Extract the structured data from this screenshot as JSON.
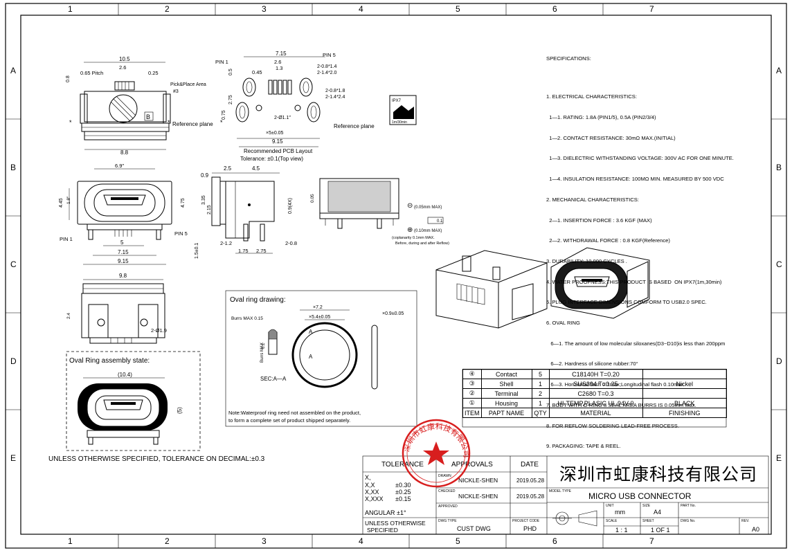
{
  "border": {
    "top_numbers": [
      "1",
      "2",
      "3",
      "4",
      "5",
      "6",
      "7"
    ],
    "bottom_numbers": [
      "1",
      "2",
      "3",
      "4",
      "5",
      "6",
      "7"
    ],
    "side_letters": [
      "A",
      "B",
      "C",
      "D",
      "E"
    ]
  },
  "specifications": {
    "title": "SPECIFICATIONS:",
    "lines": [
      "1. ELECTRICAL CHARACTERISTICS:",
      "  1—1. RATING: 1.8A (PIN1/5), 0.5A (PIN2/3/4)",
      "  1—2. CONTACT RESISTANCE: 30mΩ MAX.(INITIAL)",
      "  1—3. DIELECTRIC WITHSTANDING VOLTAGE: 300V AC FOR ONE MINUTE.",
      "  1—4. INSULATION RESISTANCE: 100MΩ MIN. MEASURED BY 500 VDC",
      "2. MECHANICAL CHARACTERISTICS:",
      "  2—1. INSERTION FORCE : 3.6 KGF (MAX)",
      "  2—2. WITHDRAWAL FORCE : 0.8 KGF(Reference)",
      "3. DURABILITY: 10,000 CYCLES .",
      "4. WATER PROOFNESS:THIS PRODUCT IS BASED  ON IPX7(1m,30min)",
      "5. PLUG INTERFACE DIMENSIONS COMFORM TO USB2.0 SPEC.",
      "6. OVAL RING",
      "   6—1. The amount of low molecular siloxanes(D3~D10)is less than 200ppm",
      "   6—2. Hardness of silicone rubber:70°",
      "   6—3. Horizontal flash 0.1max;Longitudinal flash 0.10max",
      "7. BODY WITH O-RING'S SEAL AREA BURRS IS 0.05mm Max.",
      "8. FOR REFLOW SOLDERING LEAD-FREE PROCESS.",
      "9. PACKAGING: TAPE & REEL."
    ]
  },
  "bom": {
    "headers": [
      "ITEM",
      "PAPT NAME",
      "QTY",
      "MATERIAL",
      "FINISHING"
    ],
    "rows": [
      {
        "item": "④",
        "name": "Contact",
        "qty": "5",
        "material": "C18140H  T=0.20",
        "finishing": ""
      },
      {
        "item": "③",
        "name": "Shell",
        "qty": "1",
        "material": "SUS304  T=0.25",
        "finishing": "Nickel"
      },
      {
        "item": "②",
        "name": "Terminal",
        "qty": "2",
        "material": "C2680  T=0.3",
        "finishing": ""
      },
      {
        "item": "①",
        "name": "Housing",
        "qty": "1",
        "material": "HI-TEMP,PLASIC UL 94V-0",
        "finishing": "BLACK"
      }
    ]
  },
  "title_block": {
    "tolerance_header": "TOLERANCE",
    "approvals_header": "APPROVALS",
    "date_header": "DATE",
    "tol_rows": [
      {
        "k": "X,",
        "v": ""
      },
      {
        "k": "X,X",
        "v": "±0.30"
      },
      {
        "k": "X,XX",
        "v": "±0.25"
      },
      {
        "k": "X,XXX",
        "v": "±0.15"
      }
    ],
    "angular": "ANGULAR ±1°",
    "drawn_label": "DRAWN",
    "drawn_by": "NICKLE-SHEN",
    "drawn_date": "2019.05.28",
    "checked_label": "CHECKED",
    "checked_by": "NICKLE-SHEN",
    "checked_date": "2019.05.28",
    "approved_label": "APPROVED",
    "unless_1": "UNLESS OTHERWISE",
    "unless_2": "SPECIFIED",
    "dwg_type_label": "DWG TYPE",
    "dwg_type": "CUST DWG",
    "project_code_label": "PROJECT CODE",
    "project_code": "PHD",
    "company": "深圳市虹康科技有限公司",
    "model_type_label": "MODEL TYPE",
    "model_type": "MICRO USB CONNECTOR",
    "unit_label": "UNIT",
    "unit": "mm",
    "size_label": "SIZE",
    "size": "A4",
    "part_no_label": "PART No.",
    "scale_label": "SCALE",
    "scale": "1 : 1",
    "sheet_label": "SHEET",
    "sheet": "1 OF 1",
    "dwg_no_label": "DWG No.",
    "rev_label": "REV.",
    "rev": "A0"
  },
  "notes": {
    "tolerance_decimal": "UNLESS OTHERWISE SPECIFIED, TOLERANCE ON DECIMAL:±0.3",
    "oval_ring_drawing": "Oval ring drawing:",
    "oval_ring_assembly": "Oval Ring assembly state:",
    "waterproof_1": "Note:Waterproof ring need not assembled on the product,",
    "waterproof_2": "to form a complete set of product shipped separately.",
    "pcb_layout": "Recommended PCB Layout",
    "pcb_tolerance": "Tolerance: ±0.1(Top view)",
    "pick_place": "Pick&Place Area",
    "reference_plane": "Reference plane",
    "coplanarity": "(coplanarity 0.1mm MAX.",
    "coplanarity_2": "Before, during and after Reflow)",
    "sec_aa": "SEC:A—A",
    "burrs": "Burrs MAX 0.15"
  },
  "dimensions": {
    "top_view": [
      "10.5",
      "0.65 Pitch",
      "2.6",
      "0.25",
      "0.8",
      "8.8",
      "#3"
    ],
    "pcb": [
      "7.15",
      "2.6",
      "1.3",
      "0.45",
      "2.75",
      "0.75",
      "2-Ø1.1″",
      "×5±0.05",
      "9.15",
      "2-0.8*1.4",
      "2-1.4*2.0",
      "2-0.8*1.8",
      "2-1.4*2.4",
      "0.5",
      "PIN 1",
      "PIN 5"
    ],
    "front_view": [
      "6.9″",
      "4.45",
      "1.8″",
      "4.75",
      "5",
      "7.15",
      "9.15",
      "PIN 1",
      "PIN 5"
    ],
    "side_view": [
      "0.9",
      "2.5",
      "4.5",
      "3.35",
      "2.15",
      "1.5±0.1",
      "0.9(4X)",
      "2-1.2",
      "2-0.8",
      "1.75",
      "2.75"
    ],
    "bottom_view": [
      "9.8",
      "2-Ø1.9",
      "2.4"
    ],
    "assembly": [
      "(10.4)",
      "(5)"
    ],
    "oval": [
      "×7.2",
      "×5.4±0.05",
      "×0.9±0.05",
      "0.15",
      "0.1"
    ],
    "flatness": [
      "(0.05mm MAX)",
      "(0.10mm MAX)",
      "0.1"
    ]
  },
  "stamp": {
    "text": "深圳市虹康科技有限公司",
    "color": "#d81e1e"
  },
  "icon_label": "1m/30min",
  "ipx_label": "IPX7"
}
